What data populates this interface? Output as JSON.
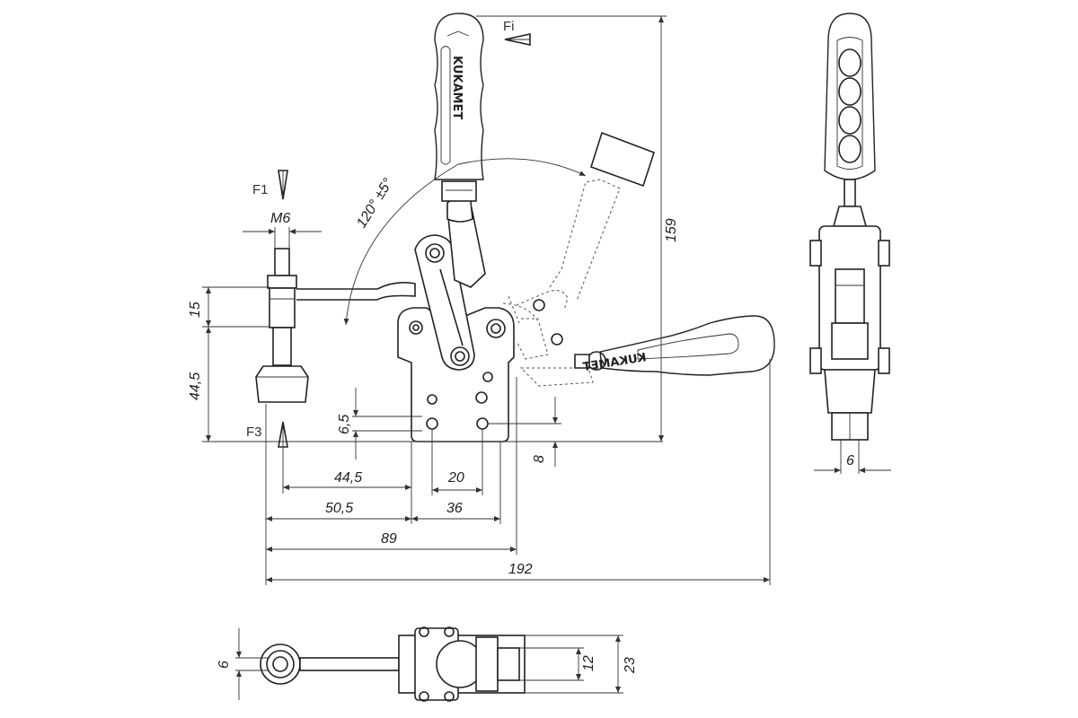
{
  "forces": {
    "f1": "F1",
    "fi": "Fi",
    "f3": "F3"
  },
  "thread": "M6",
  "angle": "120° ±5°",
  "brand": "KUKAMET",
  "dimensions": {
    "d15": "15",
    "d44_5_vert": "44,5",
    "d6_5": "6,5",
    "d44_5_horiz": "44,5",
    "d20": "20",
    "d8": "8",
    "d50_5": "50,5",
    "d36": "36",
    "d89": "89",
    "d192": "192",
    "d159": "159",
    "d6_side": "6",
    "d6_top": "6",
    "d12": "12",
    "d23": "23"
  }
}
